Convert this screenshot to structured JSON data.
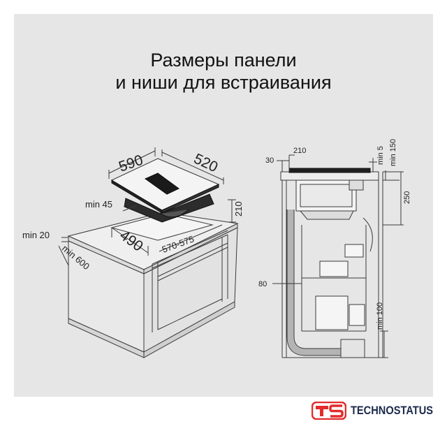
{
  "title": {
    "line1": "Размеры панели",
    "line2": "и ниши для встраивания"
  },
  "left_diagram": {
    "width_label": "590",
    "depth_label": "520",
    "min45_label": "min 45",
    "height_label": "210",
    "cutout_depth_label": "490",
    "cutout_width_label": "570-575",
    "min20_label": "min 20",
    "min600_label": "min 600"
  },
  "right_diagram": {
    "label_30": "30",
    "label_210": "210",
    "label_min5": "min 5",
    "label_min150": "min 150",
    "label_250": "250",
    "label_80": "80",
    "label_min100": "min 100"
  },
  "brand": {
    "name": "TECHNOSTATUS",
    "mark": "TS",
    "accent_color": "#e32b2b",
    "text_color": "#1b2a4a"
  }
}
